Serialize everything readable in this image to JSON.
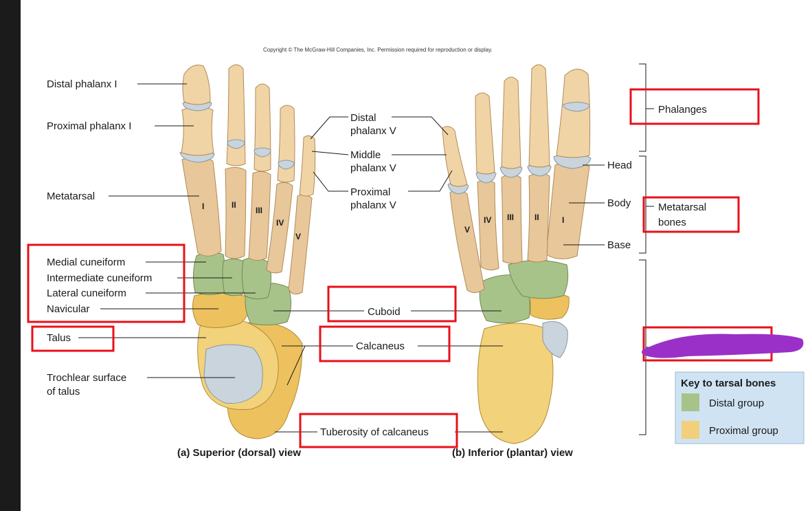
{
  "copyright": "Copyright © The McGraw-Hill Companies, Inc. Permission required for reproduction or display.",
  "left_labels": {
    "distal_phalanx_i": "Distal phalanx I",
    "proximal_phalanx_i": "Proximal phalanx I",
    "metatarsal": "Metatarsal",
    "medial_cuneiform": "Medial cuneiform",
    "intermediate_cuneiform": "Intermediate cuneiform",
    "lateral_cuneiform": "Lateral cuneiform",
    "navicular": "Navicular",
    "talus": "Talus",
    "trochlear_1": "Trochlear surface",
    "trochlear_2": "of talus"
  },
  "center_labels": {
    "distal_v_1": "Distal",
    "distal_v_2": "phalanx V",
    "middle_v_1": "Middle",
    "middle_v_2": "phalanx V",
    "proximal_v_1": "Proximal",
    "proximal_v_2": "phalanx V",
    "cuboid": "Cuboid",
    "calcaneus": "Calcaneus",
    "tuberosity": "Tuberosity of calcaneus"
  },
  "right_labels": {
    "phalanges": "Phalanges",
    "head": "Head",
    "body": "Body",
    "base": "Base",
    "metatarsal_bones_1": "Metatarsal",
    "metatarsal_bones_2": "bones"
  },
  "numerals_left": [
    "I",
    "II",
    "III",
    "IV",
    "V"
  ],
  "numerals_right": [
    "V",
    "IV",
    "III",
    "II",
    "I"
  ],
  "captions": {
    "superior": "(a) Superior (dorsal) view",
    "inferior": "(b) Inferior (plantar) view"
  },
  "key": {
    "title": "Key to tarsal bones",
    "distal": "Distal group",
    "proximal": "Proximal group",
    "distal_color": "#a8c389",
    "proximal_color": "#f2cf7a"
  },
  "colors": {
    "highlight_box": "#e8101a",
    "scribble": "#9b30c8",
    "bone": "#e8c79a",
    "cartilage": "#c9d4dc"
  }
}
